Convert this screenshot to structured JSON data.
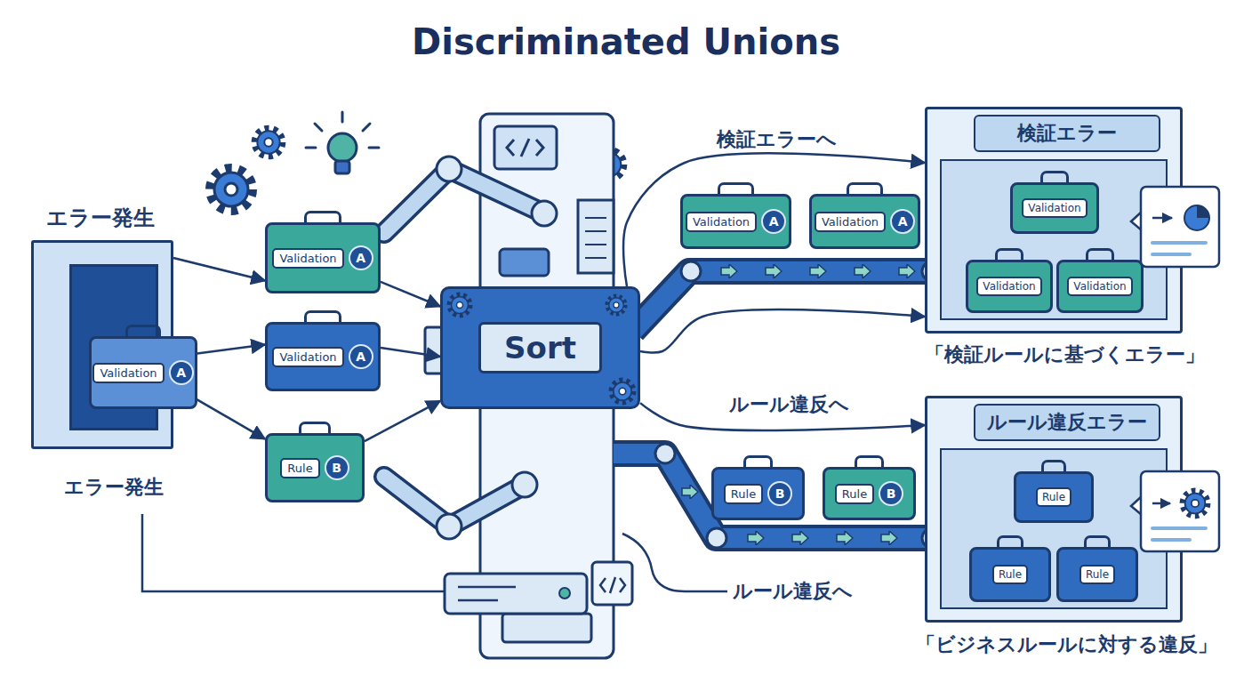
{
  "diagram": {
    "title": "Discriminated Unions",
    "nodes": [
      {
        "text": [
          "エラー発生"
        ]
      },
      {
        "text": [
          "Validation",
          "A"
        ],
        "in": 0
      },
      {
        "text": [
          "Validation",
          "A"
        ]
      },
      {
        "text": [
          "Validation",
          "A"
        ]
      },
      {
        "text": [
          "Rule",
          "B"
        ]
      },
      {
        "text": [
          "Sort"
        ]
      },
      {
        "text": [
          "Validation",
          "A"
        ]
      },
      {
        "text": [
          "Validation",
          "A"
        ]
      },
      {
        "text": [
          "Rule",
          "B"
        ]
      },
      {
        "text": [
          "Rule",
          "B"
        ]
      },
      {
        "text": [
          "検証エラー"
        ]
      },
      {
        "text": [
          "Validation"
        ],
        "in": 10
      },
      {
        "text": [
          "Validation"
        ],
        "in": 10
      },
      {
        "text": [
          "Validation"
        ],
        "in": 10
      },
      {
        "text": [
          "ルール違反エラー"
        ]
      },
      {
        "text": [
          "Rule"
        ],
        "in": 14
      },
      {
        "text": [
          "Rule"
        ],
        "in": 14
      },
      {
        "text": [
          "Rule"
        ],
        "in": 14
      }
    ],
    "edges": [
      {
        "from": 0,
        "to": 2,
        "arrow": "to"
      },
      {
        "from": 0,
        "to": 3,
        "arrow": "to"
      },
      {
        "from": 0,
        "to": 4,
        "arrow": "to"
      },
      {
        "from": 2,
        "to": 5,
        "arrow": "to"
      },
      {
        "from": 3,
        "to": 5,
        "arrow": "to"
      },
      {
        "from": 4,
        "to": 5,
        "arrow": "to"
      },
      {
        "from": 5,
        "to": 10,
        "label": "検証エラーへ",
        "arrow": "to"
      },
      {
        "from": 5,
        "to": 10,
        "arrow": "to"
      },
      {
        "from": 5,
        "to": 14,
        "label": "ルール違反へ",
        "arrow": "to"
      }
    ],
    "labels": [
      "エラー発生",
      "ルール違反へ",
      "「検証ルールに基づくエラー」",
      "「ビジネスルールに対する違反」"
    ]
  }
}
